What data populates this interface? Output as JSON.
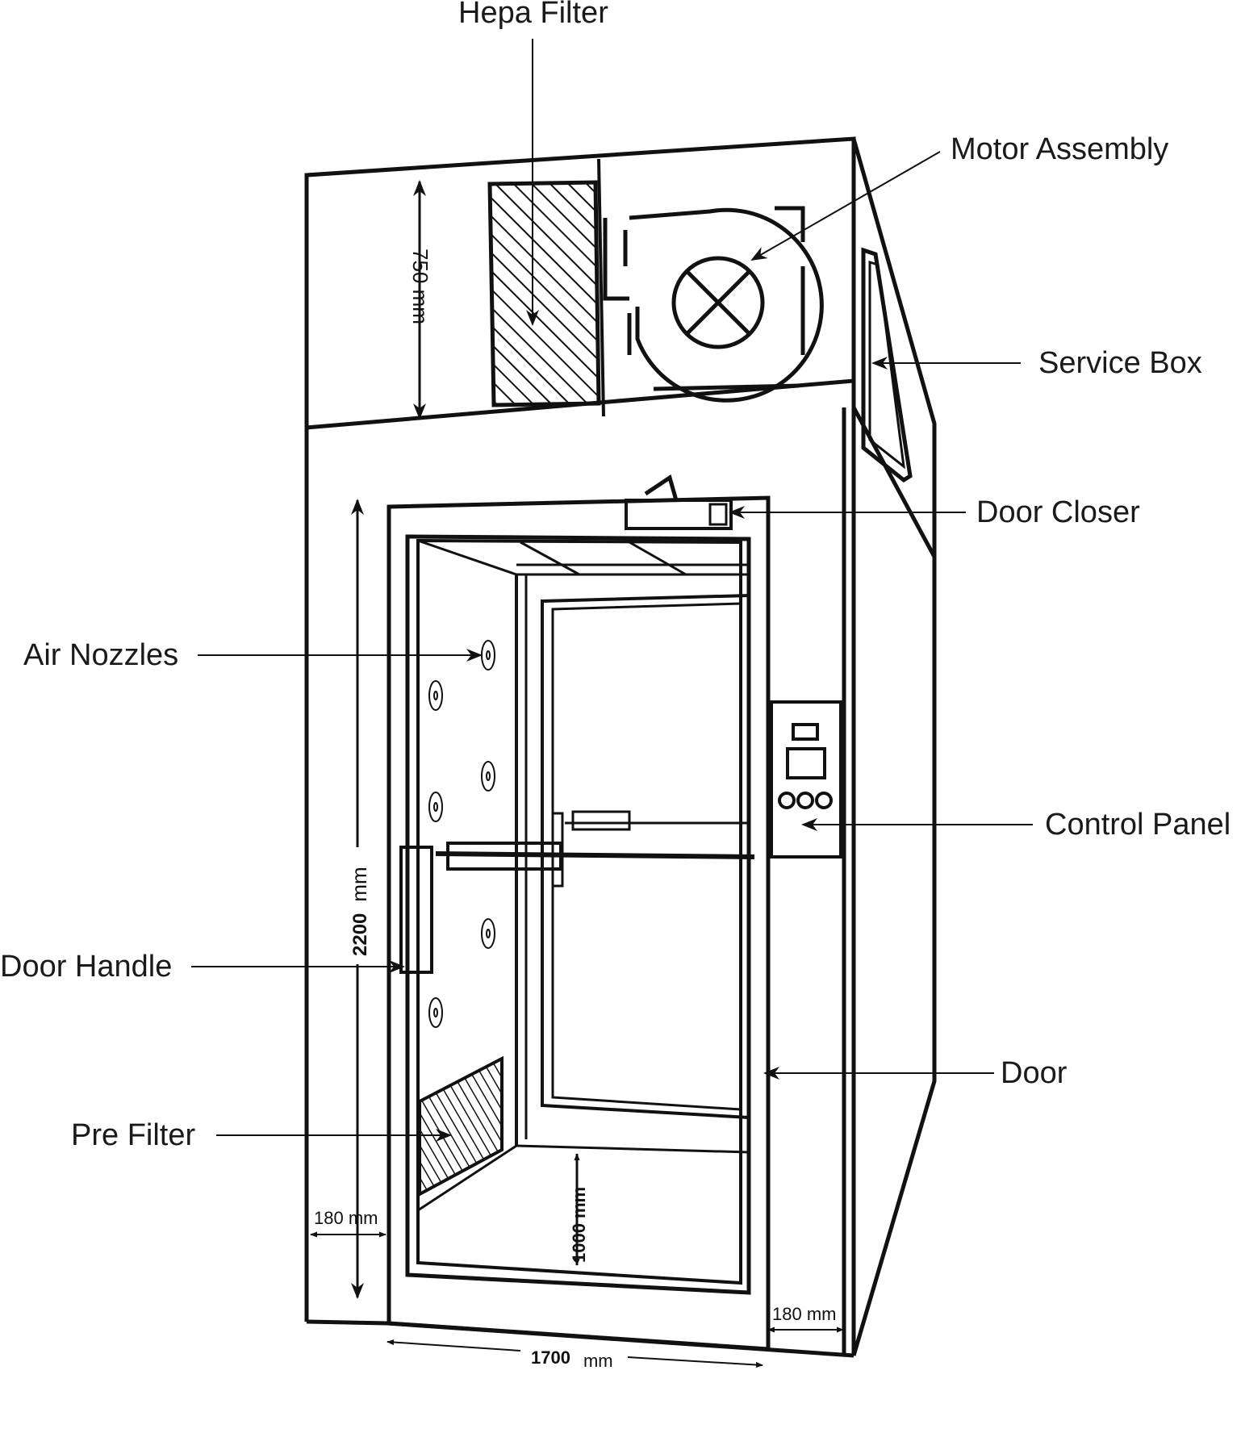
{
  "labels": {
    "hepa_filter": "Hepa Filter",
    "motor_assembly": "Motor Assembly",
    "service_box": "Service Box",
    "door_closer": "Door Closer",
    "air_nozzles": "Air Nozzles",
    "control_panel": "Control Panel",
    "door_handle": "Door Handle",
    "door": "Door",
    "pre_filter": "Pre Filter"
  },
  "dimensions": {
    "top_height": "750 mm",
    "total_height_value": "2200",
    "total_height_unit": "mm",
    "left_wall": "180 mm",
    "right_wall": "180 mm",
    "width_value": "1700",
    "width_unit": "mm",
    "inner_height_value": "1000",
    "inner_height_unit": "mm"
  }
}
